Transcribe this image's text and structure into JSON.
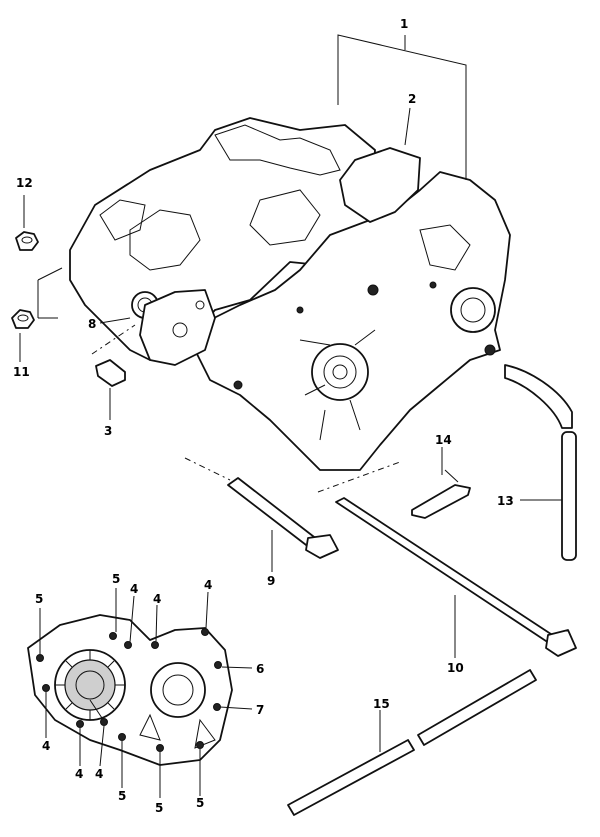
{
  "callouts": [
    {
      "id": "c1",
      "text": "1"
    },
    {
      "id": "c2",
      "text": "2"
    },
    {
      "id": "c3",
      "text": "3"
    },
    {
      "id": "c4a",
      "text": "4"
    },
    {
      "id": "c4b",
      "text": "4"
    },
    {
      "id": "c4c",
      "text": "4"
    },
    {
      "id": "c4d",
      "text": "4"
    },
    {
      "id": "c4e",
      "text": "4"
    },
    {
      "id": "c4f",
      "text": "4"
    },
    {
      "id": "c5a",
      "text": "5"
    },
    {
      "id": "c5b",
      "text": "5"
    },
    {
      "id": "c5c",
      "text": "5"
    },
    {
      "id": "c5d",
      "text": "5"
    },
    {
      "id": "c5e",
      "text": "5"
    },
    {
      "id": "c6",
      "text": "6"
    },
    {
      "id": "c7",
      "text": "7"
    },
    {
      "id": "c8",
      "text": "8"
    },
    {
      "id": "c9",
      "text": "9"
    },
    {
      "id": "c10",
      "text": "10"
    },
    {
      "id": "c11",
      "text": "11"
    },
    {
      "id": "c12",
      "text": "12"
    },
    {
      "id": "c13",
      "text": "13"
    },
    {
      "id": "c14",
      "text": "14"
    },
    {
      "id": "c15",
      "text": "15"
    }
  ]
}
